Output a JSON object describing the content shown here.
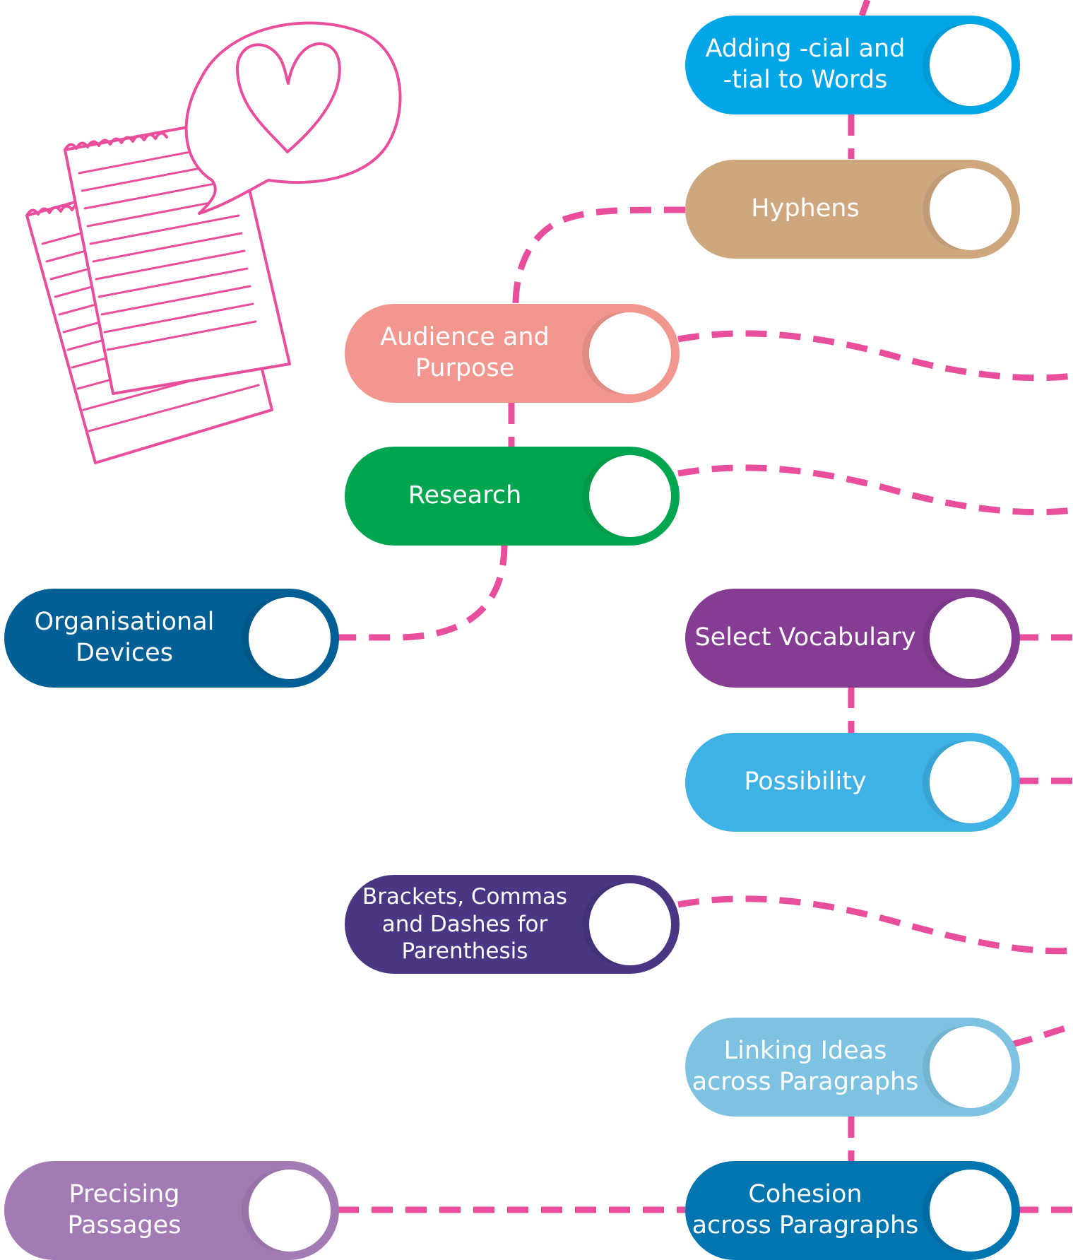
{
  "nodes": [
    {
      "id": "cial-tial",
      "label": "Adding -cial and\n-tial to Words",
      "color": "#00A6E6"
    },
    {
      "id": "hyphens",
      "label": "Hyphens",
      "color": "#CFA77E"
    },
    {
      "id": "audience-purpose",
      "label": "Audience and\nPurpose",
      "color": "#F2978F"
    },
    {
      "id": "research",
      "label": "Research",
      "color": "#00A64F"
    },
    {
      "id": "organisational-devices",
      "label": "Organisational\nDevices",
      "color": "#005F95"
    },
    {
      "id": "select-vocabulary",
      "label": "Select Vocabulary",
      "color": "#853C93"
    },
    {
      "id": "possibility",
      "label": "Possibility",
      "color": "#3EB1E5"
    },
    {
      "id": "brackets-commas-dashes",
      "label": "Brackets, Commas\nand Dashes for\nParenthesis",
      "color": "#4A3683"
    },
    {
      "id": "linking-ideas",
      "label": "Linking Ideas\nacross Paragraphs",
      "color": "#7EC2E1"
    },
    {
      "id": "precising-passages",
      "label": "Precising Passages",
      "color": "#A37BB4"
    },
    {
      "id": "cohesion",
      "label": "Cohesion\nacross Paragraphs",
      "color": "#0075B0"
    }
  ],
  "connector_color": "#E84E9C",
  "illustration_color": "#E84E9C",
  "illustration": "notes-with-heart-speech-bubble-icon"
}
